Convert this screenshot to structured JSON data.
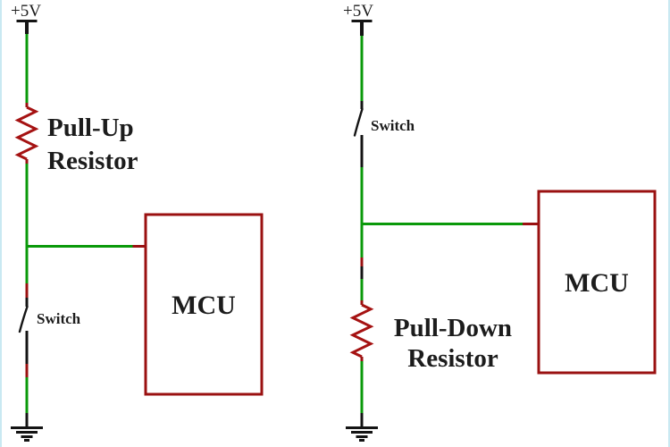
{
  "colors": {
    "wire_green": "#0a990a",
    "component_red": "#9a1111",
    "resistor_red": "#a51212",
    "symbol_black": "#141414",
    "text_black": "#1c1c1c",
    "page_edge_blue": "#c9e9f2",
    "background": "#ffffff"
  },
  "left_circuit": {
    "supply_label": "+5V",
    "resistor_label_line1": "Pull-Up",
    "resistor_label_line2": "Resistor",
    "switch_label": "Switch",
    "mcu_label": "MCU"
  },
  "right_circuit": {
    "supply_label": "+5V",
    "switch_label": "Switch",
    "resistor_label_line1": "Pull-Down",
    "resistor_label_line2": "Resistor",
    "mcu_label": "MCU"
  }
}
